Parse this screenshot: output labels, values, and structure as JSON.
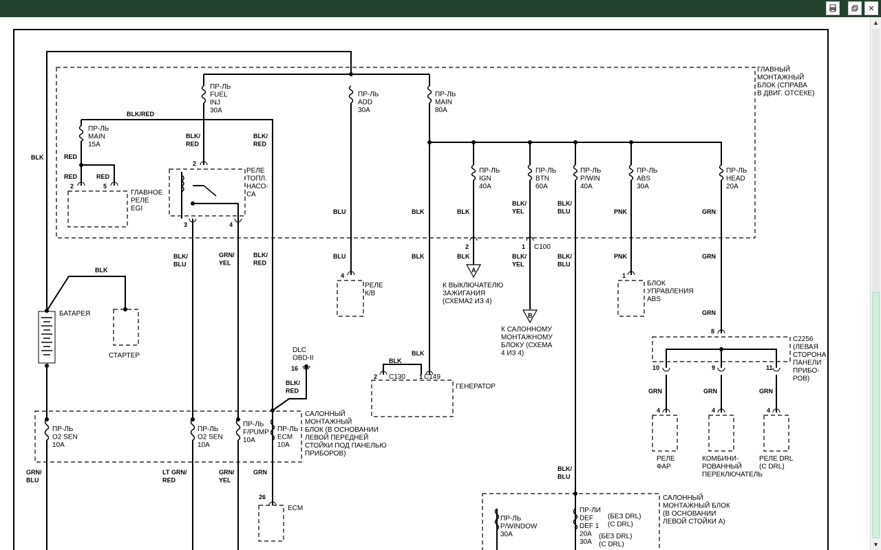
{
  "toolbar": {
    "print_icon": "printer-icon",
    "restore_icon": "restore-icon",
    "close_icon": "close-icon"
  },
  "colors": {
    "titlebar": "#24412f",
    "scroll_thumb": "#cfeede"
  },
  "diagram": {
    "main_block": [
      "ГЛАВНЫЙ",
      "МОНТАЖНЫЙ",
      "БЛОК (СПРАВА",
      "В ДВИГ. ОТСЕКЕ)"
    ],
    "fuses_top": [
      [
        "ПР-ЛЬ",
        "FUEL",
        "INJ",
        "30A"
      ],
      [
        "ПР-ЛЬ",
        "ADD",
        "30A"
      ],
      [
        "ПР-ЛЬ",
        "MAIN",
        "80A"
      ],
      [
        "ПР-ЛЬ",
        "MAIN",
        "15A"
      ]
    ],
    "fuses_row": [
      [
        "ПР-ЛЬ",
        "IGN",
        "40A"
      ],
      [
        "ПР-ЛЬ",
        "BTN",
        "60A"
      ],
      [
        "ПР-ЛЬ",
        "P/WIN",
        "40A"
      ],
      [
        "ПР-ЛЬ",
        "ABS",
        "30A"
      ],
      [
        "ПР-ЛЬ",
        "HEAD",
        "20A"
      ]
    ],
    "egi_relay": [
      "ГЛАВНОЕ",
      "РЕЛЕ",
      "EGI"
    ],
    "fuel_relay": [
      "РЕЛЕ",
      "ТОПЛ.",
      "НАСО-",
      "СА"
    ],
    "battery": "БАТАРЕЯ",
    "starter": "СТАРТЕР",
    "ac_relay": [
      "РЕЛЕ",
      "К/В"
    ],
    "ignition_switch": [
      "К ВЫКЛЮЧАТЕЛЮ",
      "ЗАЖИГАНИЯ",
      "(СХЕМА2 ИЗ 4)"
    ],
    "interior_block_ref": [
      "К САЛОННОМУ",
      "МОНТАЖНОМУ",
      "БЛОКУ (СХЕМА",
      "4 ИЗ 4)"
    ],
    "abs_unit": [
      "БЛОК",
      "УПРАВЛЕНИЯ",
      "ABS"
    ],
    "c2256": [
      "C2256",
      "(ЛЕВАЯ",
      "СТОРОНА",
      "ПАНЕЛИ",
      "ПРИБО-",
      "РОВ)"
    ],
    "dlc": [
      "DLC",
      "OBD-II"
    ],
    "generator": "ГЕНЕРАТОР",
    "interior_block": [
      "САЛОННЫЙ",
      "МОНТАЖНЫЙ",
      "БЛОК (В ОСНОВАНИИ",
      "ЛЕВОЙ ПЕРЕДНЕЙ",
      "СТОЙКИ  ПОД ПАНЕЛЬЮ",
      "ПРИБОРОВ)"
    ],
    "fuses_bottom": [
      [
        "ПР-ЛЬ",
        "O2 SEN",
        "10A"
      ],
      [
        "ПР-ЛЬ",
        "O2 SEN",
        "10A"
      ],
      [
        "ПР-ЛЬ",
        "F/PUMP",
        "10A"
      ],
      [
        "ПР-ЛЬ",
        "ECM",
        "10A"
      ]
    ],
    "ecm": "ECM",
    "headlamp_relay": [
      "РЕЛЕ",
      "ФАР"
    ],
    "combo_switch": [
      "КОМБИНИ-",
      "РОВАННЫЙ",
      "ПЕРЕКЛЮЧАТЕЛЬ"
    ],
    "drl_relay": [
      "РЕЛЕ DRL",
      "(С DRL)"
    ],
    "interior_block2": [
      "САЛОННЫЙ",
      "МОНТАЖНЫЙ БЛОК",
      "(В ОСНОВАНИИ",
      "ЛЕВОЙ СТОЙКИ  А)"
    ],
    "pwindow_fuse": [
      "ПР-ЛЬ",
      "P/WINDOW",
      "30A"
    ],
    "def_fuse": [
      "ПР-ЛИ",
      "DEF",
      "DEF 1",
      "20A",
      "30A"
    ],
    "def_notes": [
      "(БЕЗ DRL)",
      "(С DRL)",
      "(БЕЗ DRL)",
      "(С DRL)"
    ],
    "connectors": [
      "C100",
      "C130",
      "C149"
    ],
    "wire_labels": {
      "blk": "BLK",
      "blk_red": "BLK/RED",
      "blk_red_stack": [
        "BLK/",
        "RED"
      ],
      "red": "RED",
      "blu": "BLU",
      "blk_yel": [
        "BLK/",
        "YEL"
      ],
      "blk_blu": [
        "BLK/",
        "BLU"
      ],
      "pnk": "PNK",
      "grn": "GRN",
      "grn_yel": [
        "GRN/",
        "YEL"
      ],
      "grn_blu": [
        "GRN/",
        "BLU"
      ],
      "lt_grn_red": [
        "LT GRN/",
        "RED"
      ]
    },
    "pins": [
      "2",
      "5",
      "2",
      "3",
      "4",
      "4",
      "2",
      "1",
      "1",
      "8",
      "10",
      "9",
      "11",
      "4",
      "4",
      "4",
      "16",
      "2",
      "1",
      "26"
    ],
    "markers": [
      "A",
      "B"
    ]
  }
}
